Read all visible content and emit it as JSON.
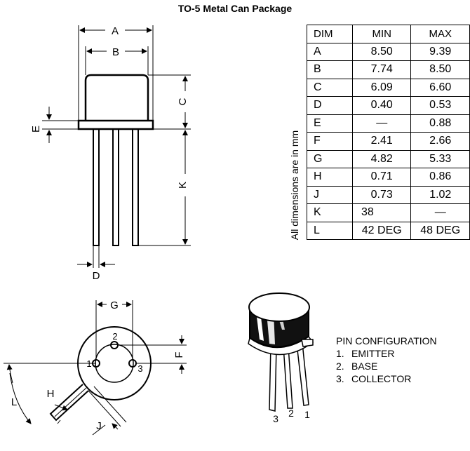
{
  "title": "TO-5 Metal Can Package",
  "units_note": "All dimensions are in mm",
  "table": {
    "headers": [
      "DIM",
      "MIN",
      "MAX"
    ],
    "rows": [
      {
        "dim": "A",
        "min": "8.50",
        "max": "9.39"
      },
      {
        "dim": "B",
        "min": "7.74",
        "max": "8.50"
      },
      {
        "dim": "C",
        "min": "6.09",
        "max": "6.60"
      },
      {
        "dim": "D",
        "min": "0.40",
        "max": "0.53"
      },
      {
        "dim": "E",
        "min": "—",
        "max": "0.88"
      },
      {
        "dim": "F",
        "min": "2.41",
        "max": "2.66"
      },
      {
        "dim": "G",
        "min": "4.82",
        "max": "5.33"
      },
      {
        "dim": "H",
        "min": "0.71",
        "max": "0.86"
      },
      {
        "dim": "J",
        "min": "0.73",
        "max": "1.02"
      },
      {
        "dim": "K",
        "min": "38",
        "max": "—"
      },
      {
        "dim": "L",
        "min": "42 DEG",
        "max": "48 DEG"
      }
    ]
  },
  "side_view_labels": {
    "a": "A",
    "b": "B",
    "c": "C",
    "d": "D",
    "e": "E",
    "k": "K"
  },
  "bottom_view_labels": {
    "g": "G",
    "f": "F",
    "h": "H",
    "j": "J",
    "l": "L",
    "pin1": "1",
    "pin2": "2",
    "pin3": "3"
  },
  "photo_pin_labels": {
    "left": "3",
    "middle": "2",
    "right": "1"
  },
  "pin_configuration": {
    "title": "PIN CONFIGURATION",
    "items": [
      {
        "num": "1.",
        "name": "EMITTER"
      },
      {
        "num": "2.",
        "name": "BASE"
      },
      {
        "num": "3.",
        "name": "COLLECTOR"
      }
    ]
  }
}
